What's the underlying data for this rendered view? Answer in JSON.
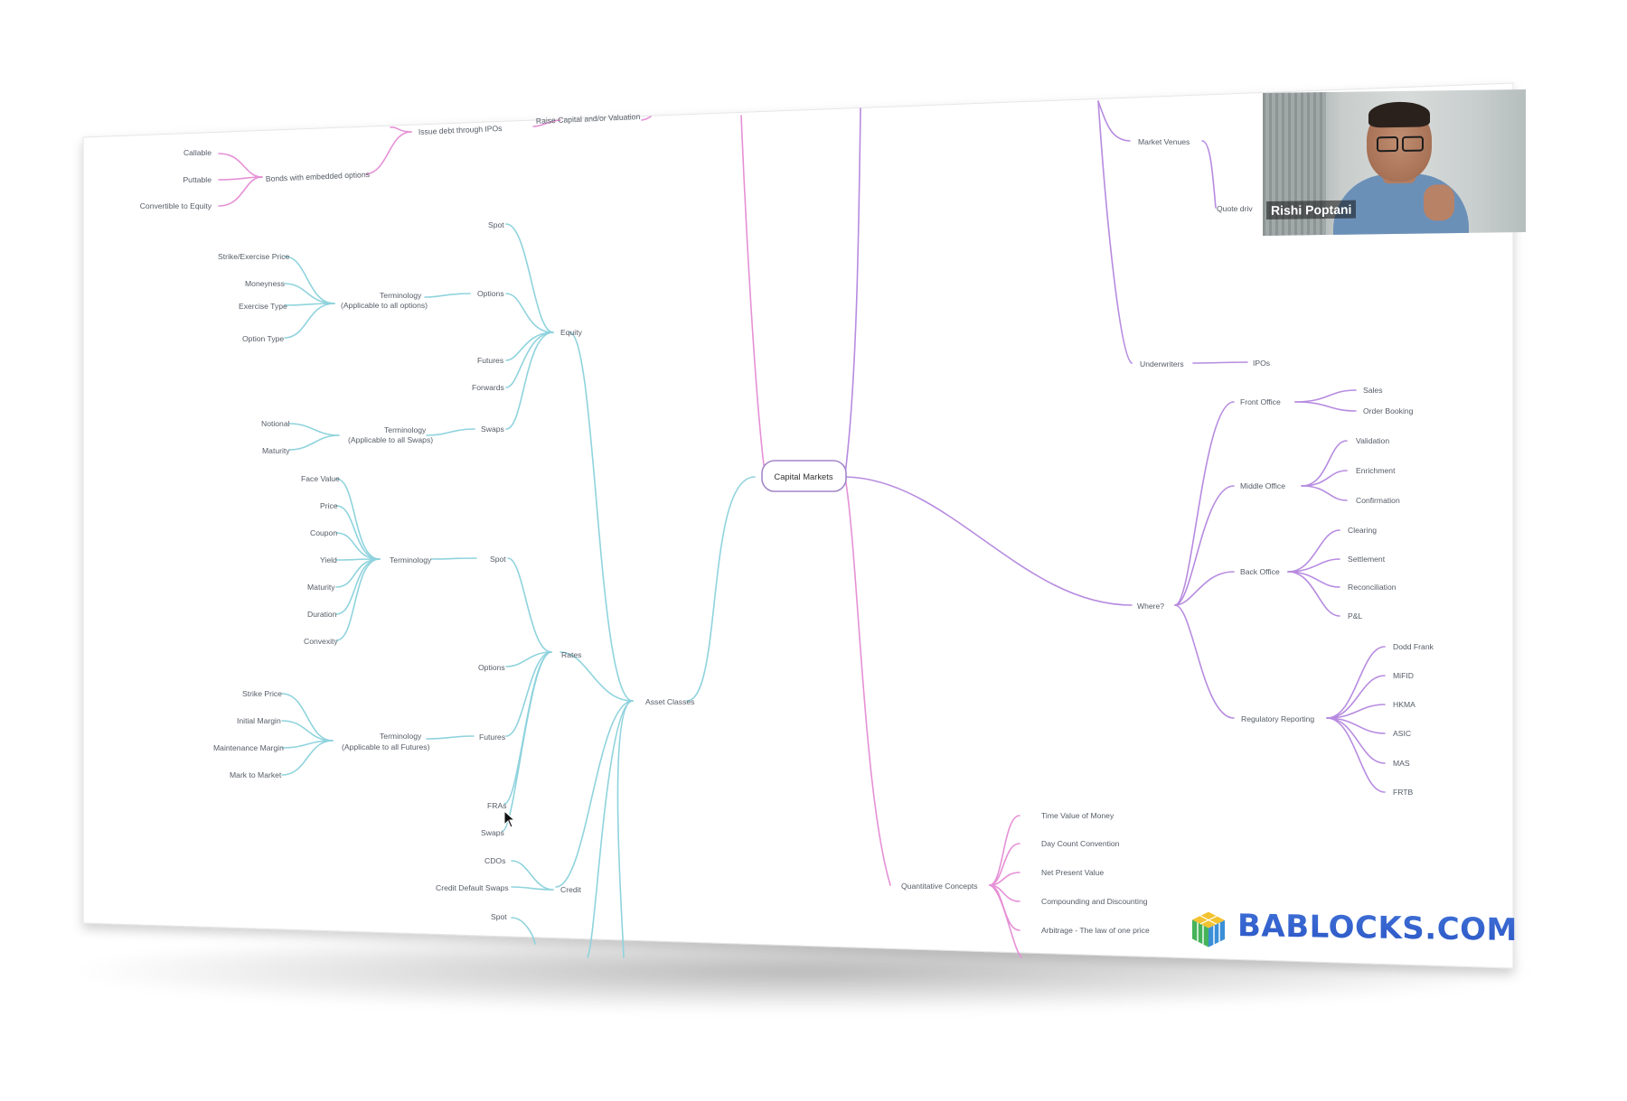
{
  "mindmap": {
    "root": "Capital Markets",
    "top_left": {
      "issue_debt": "Issue debt through IPOs",
      "raise_capital": "Raise Capital and/or Valuation",
      "bonds_embedded": "Bonds with embedded options",
      "bond_types": [
        "Callable",
        "Puttable",
        "Convertible to Equity"
      ]
    },
    "asset_classes": "Asset Classes",
    "equity": {
      "label": "Equity",
      "spot": "Spot",
      "options": "Options",
      "options_terminology": "Terminology",
      "options_terminology_note": "(Applicable to all options)",
      "options_terms": [
        "Strike/Exercise Price",
        "Moneyness",
        "Exercise Type",
        "Option Type"
      ],
      "futures": "Futures",
      "forwards": "Forwards",
      "swaps": "Swaps",
      "swaps_terminology": "Terminology",
      "swaps_terminology_note": "(Applicable to all Swaps)",
      "swaps_terms": [
        "Notional",
        "Maturity"
      ]
    },
    "rates": {
      "label": "Rates",
      "spot": "Spot",
      "spot_terminology": "Terminology",
      "spot_terms": [
        "Face Value",
        "Price",
        "Coupon",
        "Yield",
        "Maturity",
        "Duration",
        "Convexity"
      ],
      "options": "Options",
      "futures": "Futures",
      "futures_terminology": "Terminology",
      "futures_terminology_note": "(Applicable to all Futures)",
      "futures_terms": [
        "Strike Price",
        "Initial Margin",
        "Maintenance Margin",
        "Mark to Market"
      ],
      "fras": "FRAs",
      "swaps": "Swaps"
    },
    "credit": {
      "label": "Credit",
      "items": [
        "CDOs",
        "Credit Default Swaps"
      ]
    },
    "bottom_spot": "Spot",
    "market_venues": "Market Venues",
    "quote_driven": "Quote driv",
    "underwriters": "Underwriters",
    "ipos": "IPOs",
    "where": {
      "label": "Where?",
      "front_office": "Front Office",
      "front_items": [
        "Sales",
        "Order Booking"
      ],
      "middle_office": "Middle Office",
      "middle_items": [
        "Validation",
        "Enrichment",
        "Confirmation"
      ],
      "back_office": "Back Office",
      "back_items": [
        "Clearing",
        "Settlement",
        "Reconciliation",
        "P&L"
      ],
      "regulatory": "Regulatory Reporting",
      "regulatory_items": [
        "Dodd Frank",
        "MiFID",
        "HKMA",
        "ASIC",
        "MAS",
        "FRTB"
      ]
    },
    "quant": {
      "label": "Quantitative Concepts",
      "items": [
        "Time Value of Money",
        "Day Count Convention",
        "Net Present Value",
        "Compounding and Discounting",
        "Arbitrage - The law of one price"
      ]
    }
  },
  "video": {
    "participant_name": "Rishi Poptani"
  },
  "brand": {
    "text": "BABLOCKS.COM"
  },
  "colors": {
    "cyan_branch": "#8fd3dd",
    "purple_branch": "#b78be0",
    "pink_branch": "#e690d6",
    "brand_blue": "#2f5fd0"
  }
}
